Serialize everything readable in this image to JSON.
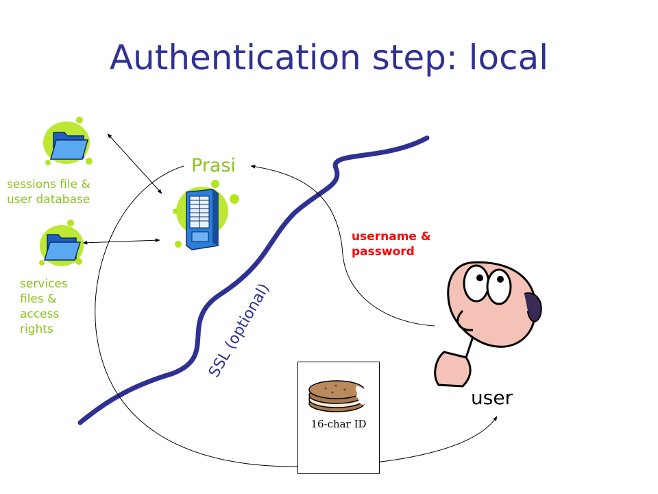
{
  "title": "Authentication step: local",
  "server_label": "Prasi",
  "sessions_label": [
    "sessions file &",
    "user database"
  ],
  "services_label": [
    "services",
    "files &",
    "access",
    "rights"
  ],
  "credentials_label": [
    "username &",
    "password"
  ],
  "ssl_label": "SSL (optional)",
  "cookie_label": "16-char ID",
  "user_label": "user",
  "colors": {
    "title": "#2e3192",
    "green": "#8cc21e",
    "red": "#ff0000",
    "river": "#2e3192",
    "folder": "#3d8fe6"
  },
  "icons": {
    "sessions_folder": "folder-icon",
    "services_folder": "folder-icon",
    "server": "server-tower-icon",
    "cookie": "cookie-icon",
    "user": "thinking-man-icon"
  }
}
